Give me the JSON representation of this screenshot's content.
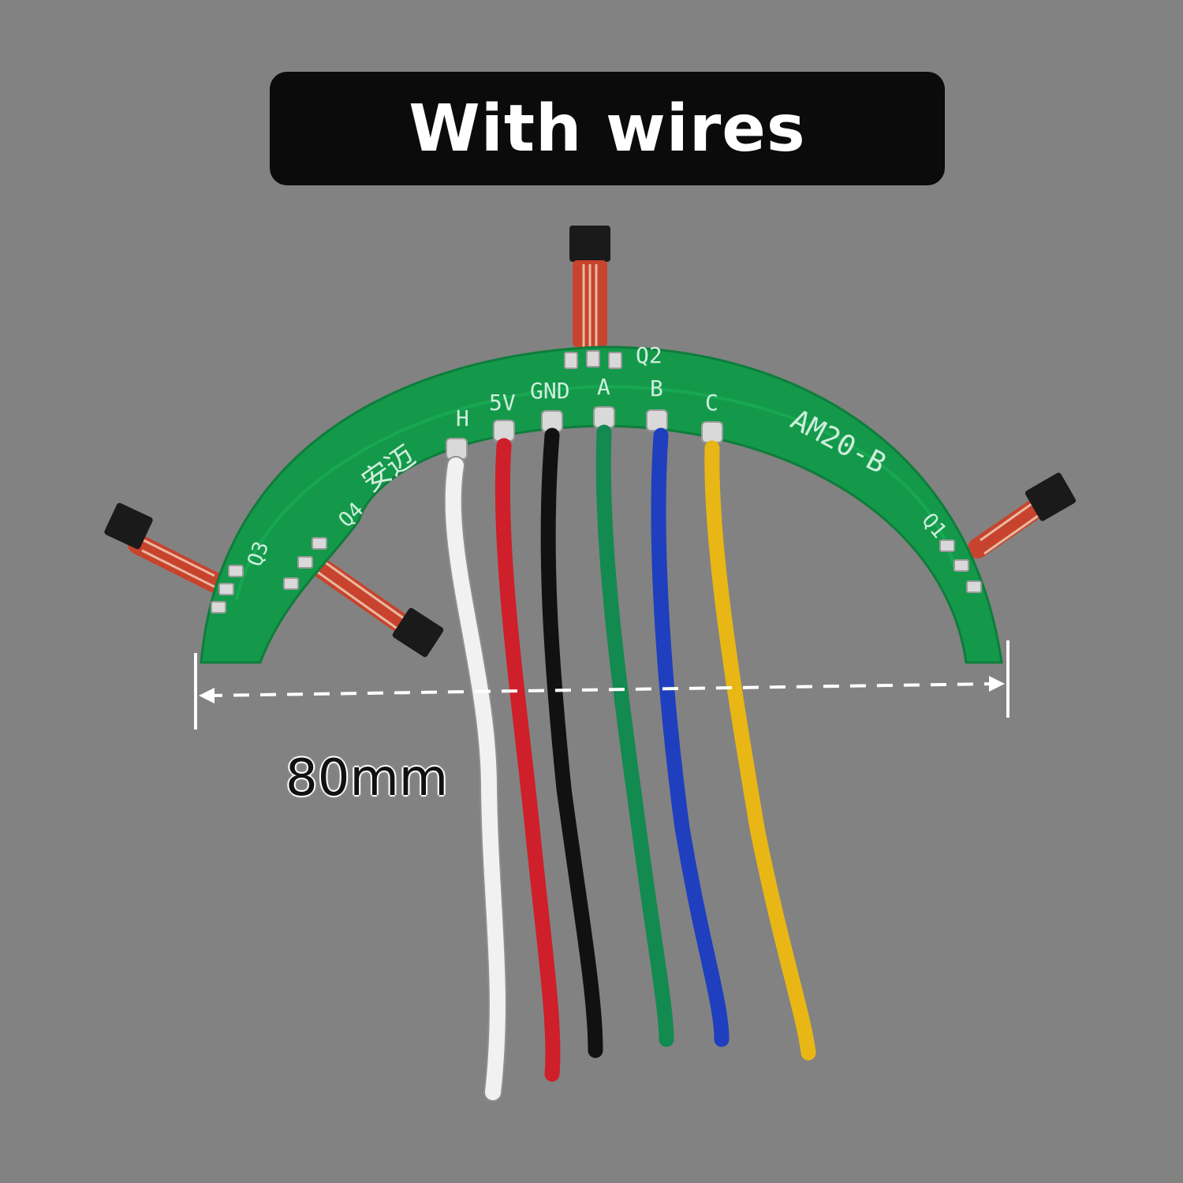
{
  "title": "With wires",
  "dimension": {
    "label": "80mm"
  },
  "board": {
    "model": "AM20-B",
    "chinese_mark": "安迈",
    "pin_labels": [
      "H",
      "5V",
      "GND",
      "A",
      "B",
      "C"
    ],
    "sensor_labels": [
      "Q1",
      "Q2",
      "Q3",
      "Q4"
    ]
  },
  "wires": [
    {
      "pin": "H",
      "color": "#f1f1f1"
    },
    {
      "pin": "5V",
      "color": "#cf1f2a"
    },
    {
      "pin": "GND",
      "color": "#111111"
    },
    {
      "pin": "A",
      "color": "#138a4f"
    },
    {
      "pin": "B",
      "color": "#1f3fbf"
    },
    {
      "pin": "C",
      "color": "#e8b715"
    }
  ],
  "colors": {
    "background": "#828282",
    "board": "#14994a",
    "title_bar": "#0b0b0b"
  }
}
